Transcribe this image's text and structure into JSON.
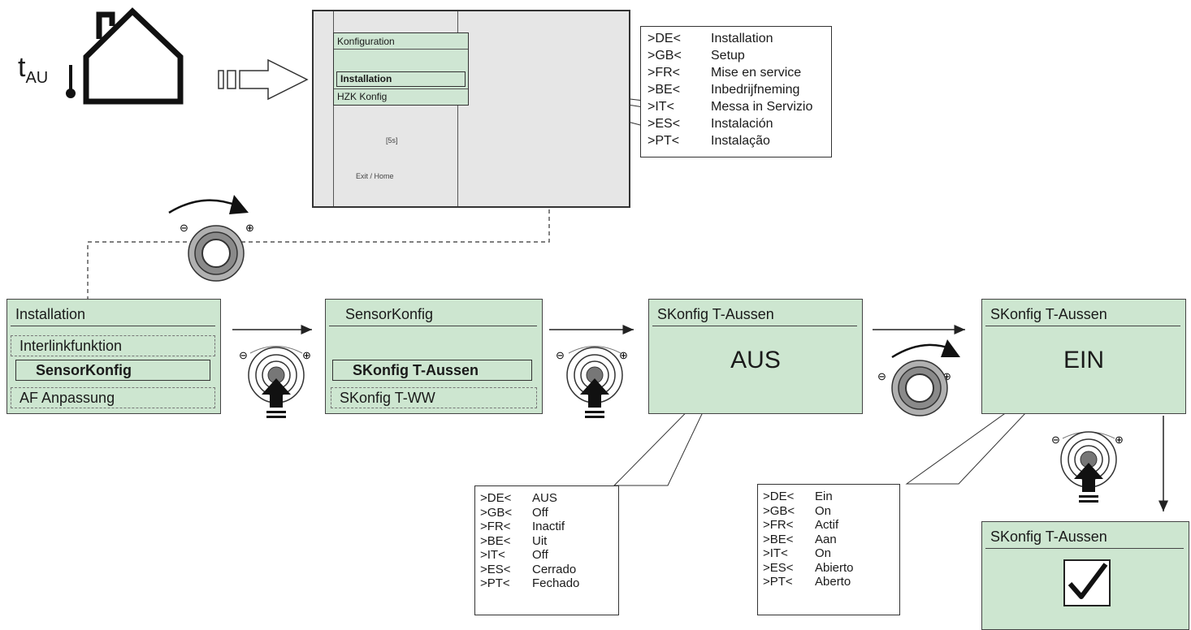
{
  "house": {
    "temp_symbol": "t",
    "temp_subscript": "AU"
  },
  "panel": {
    "lcd_rows": [
      "Konfiguration",
      "Installation",
      "HZK Konfig"
    ],
    "exit_label": "Exit / Home",
    "hold_label": "[5s]"
  },
  "setup_languages": [
    {
      "code": ">DE<",
      "text": "Installation"
    },
    {
      "code": ">GB<",
      "text": "Setup"
    },
    {
      "code": ">FR<",
      "text": "Mise en service"
    },
    {
      "code": ">BE<",
      "text": "Inbedrijfneming"
    },
    {
      "code": ">IT<",
      "text": "Messa in Servizio"
    },
    {
      "code": ">ES<",
      "text": "Instalación"
    },
    {
      "code": ">PT<",
      "text": "Instalação"
    }
  ],
  "screens": {
    "installation": {
      "title": "Installation",
      "items": [
        "Interlinkfunktion",
        "SensorKonfig",
        "AF Anpassung"
      ]
    },
    "sensorkonfig": {
      "title": "SensorKonfig",
      "items": [
        "SKonfig T-Aussen",
        "SKonfig T-WW"
      ]
    },
    "aus": {
      "title": "SKonfig T-Aussen",
      "value": "AUS"
    },
    "ein": {
      "title": "SKonfig T-Aussen",
      "value": "EIN"
    },
    "confirm": {
      "title": "SKonfig T-Aussen"
    }
  },
  "off_languages": [
    {
      "code": ">DE<",
      "text": "AUS"
    },
    {
      "code": ">GB<",
      "text": "Off"
    },
    {
      "code": ">FR<",
      "text": "Inactif"
    },
    {
      "code": ">BE<",
      "text": "Uit"
    },
    {
      "code": ">IT<",
      "text": "Off"
    },
    {
      "code": ">ES<",
      "text": "Cerrado"
    },
    {
      "code": ">PT<",
      "text": "Fechado"
    }
  ],
  "on_languages": [
    {
      "code": ">DE<",
      "text": "Ein"
    },
    {
      "code": ">GB<",
      "text": "On"
    },
    {
      "code": ">FR<",
      "text": "Actif"
    },
    {
      "code": ">BE<",
      "text": "Aan"
    },
    {
      "code": ">IT<",
      "text": "On"
    },
    {
      "code": ">ES<",
      "text": "Abierto"
    },
    {
      "code": ">PT<",
      "text": "Aberto"
    }
  ],
  "colors": {
    "screen_green": "#cde6d0",
    "highlight_red": "#d9252a"
  }
}
